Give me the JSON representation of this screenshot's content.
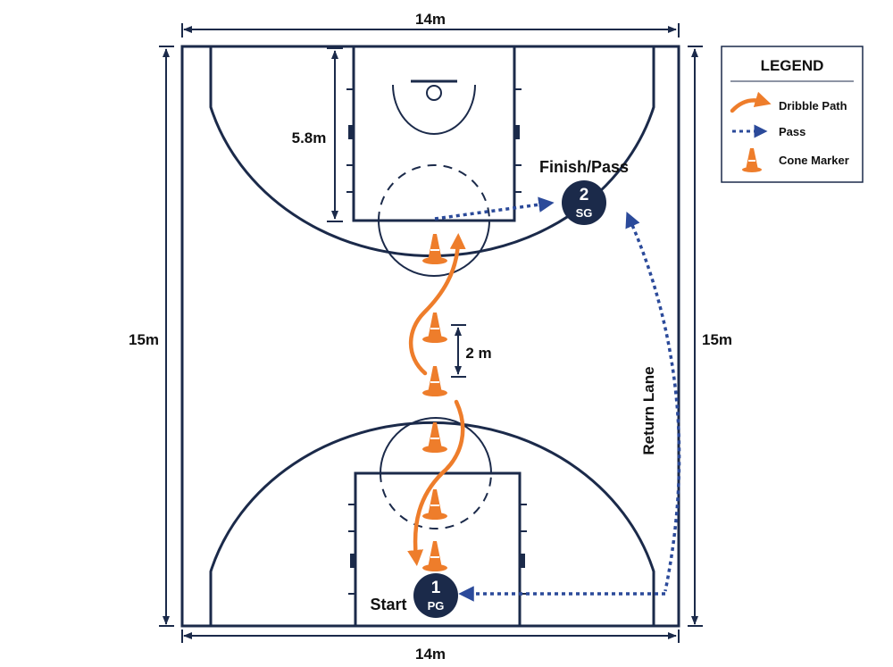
{
  "dimensions": {
    "top_width": "14m",
    "bottom_width": "14m",
    "left_length": "15m",
    "right_length": "15m",
    "lane_length": "5.8m",
    "cone_spacing": "2 m"
  },
  "players": [
    {
      "number": "1",
      "position": "PG",
      "label": "Start"
    },
    {
      "number": "2",
      "position": "SG",
      "label": "Finish/Pass"
    }
  ],
  "return_lane_label": "Return Lane",
  "legend": {
    "title": "LEGEND",
    "items": [
      {
        "icon": "dribble-path-arrow",
        "label": "Dribble Path"
      },
      {
        "icon": "pass-arrow",
        "label": "Pass"
      },
      {
        "icon": "cone-marker-icon",
        "label": "Cone Marker"
      }
    ]
  },
  "colors": {
    "court_line": "#1b2a4a",
    "dribble": "#ee7d2b",
    "pass": "#2b4a9a",
    "player_fill": "#1b2a4a"
  }
}
